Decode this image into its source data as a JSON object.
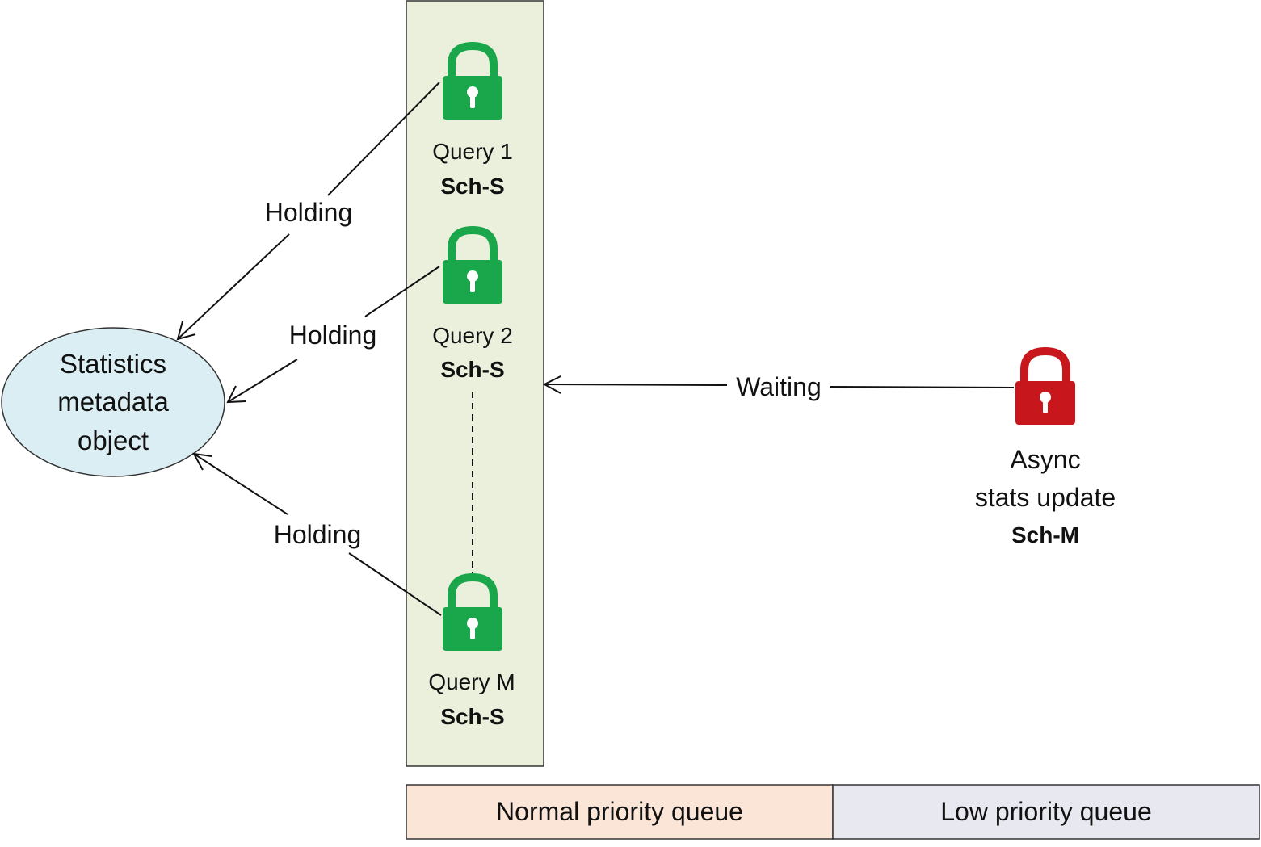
{
  "statistics_object": {
    "line1": "Statistics",
    "line2": "metadata",
    "line3": "object"
  },
  "queries": [
    {
      "name": "Query 1",
      "lock_mode": "Sch-S",
      "state": "Holding"
    },
    {
      "name": "Query 2",
      "lock_mode": "Sch-S",
      "state": "Holding"
    },
    {
      "name": "Query M",
      "lock_mode": "Sch-S",
      "state": "Holding"
    }
  ],
  "async_update": {
    "line1": "Async",
    "line2": "stats update",
    "lock_mode": "Sch-M",
    "state": "Waiting"
  },
  "queues": {
    "normal": "Normal priority queue",
    "low": "Low priority queue"
  },
  "colors": {
    "granted_lock": "#1aa64a",
    "waiting_lock": "#c8161d",
    "object_fill": "#dbeef4",
    "queue_panel": "#eaf0dc",
    "normal_queue": "#fbe5d6",
    "low_queue": "#e8e8f0"
  },
  "icons": {
    "granted": "lock-closed-icon",
    "waiting": "lock-closed-icon"
  }
}
